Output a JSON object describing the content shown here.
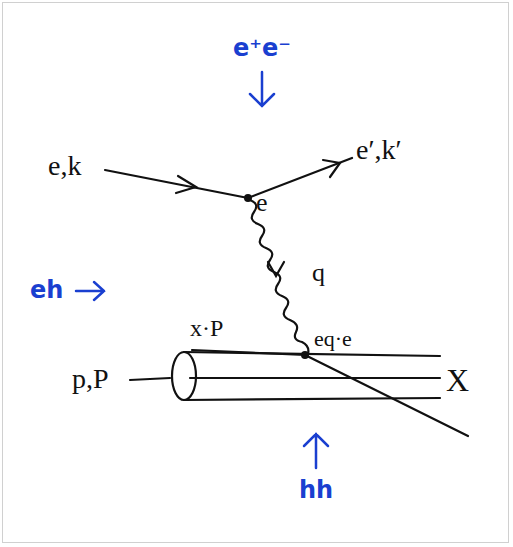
{
  "diagram": {
    "labels": [
      "e⁺e⁻",
      "e,k",
      "e",
      "e′,k′",
      "q",
      "eh",
      "x·P",
      "eq·e",
      "p,P",
      "X",
      "hh"
    ]
  }
}
